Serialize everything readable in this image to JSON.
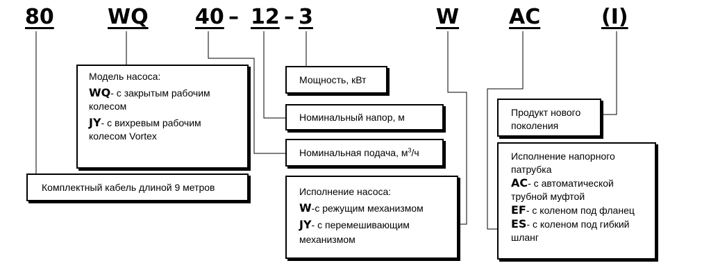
{
  "codes": {
    "c80": "80",
    "cWQ": "WQ",
    "c40": "40",
    "dash1": "–",
    "c12": "12",
    "dash2": "–",
    "c3": "3",
    "cW": "W",
    "cAC": "AC",
    "cI": "(I)"
  },
  "boxes": {
    "model": {
      "title": "Модель насоса:",
      "wq_code": "WQ",
      "wq_text1": "- с закрытым рабочим",
      "wq_text2": "колесом",
      "jy_code": "JY",
      "jy_text1": "- с вихревым рабочим",
      "jy_text2": "колесом Vortex"
    },
    "cable": {
      "text": "Комплектный кабель длиной 9 метров"
    },
    "power": {
      "text": "Мощность, кВт"
    },
    "head": {
      "text": "Номинальный напор, м"
    },
    "flow": {
      "text": "Номинальная подача, м",
      "sup": "3",
      "tail": "/ч"
    },
    "pump_exec": {
      "title": "Исполнение насоса:",
      "w_code": "W",
      "w_text": "-с режущим механизмом",
      "jy_code": "JY",
      "jy_text1": "- с перемешивающим",
      "jy_text2": "механизмом"
    },
    "new_gen": {
      "line1": "Продукт нового",
      "line2": "поколения"
    },
    "outlet": {
      "title1": "Исполнение напорного",
      "title2": "патрубка",
      "ac_code": "AC",
      "ac_text1": "- с автоматической",
      "ac_text2": "трубной муфтой",
      "ef_code": "EF",
      "ef_text": "- с коленом под фланец",
      "es_code": "ES",
      "es_text1": "- с коленом под гибкий",
      "es_text2": "шланг"
    }
  }
}
